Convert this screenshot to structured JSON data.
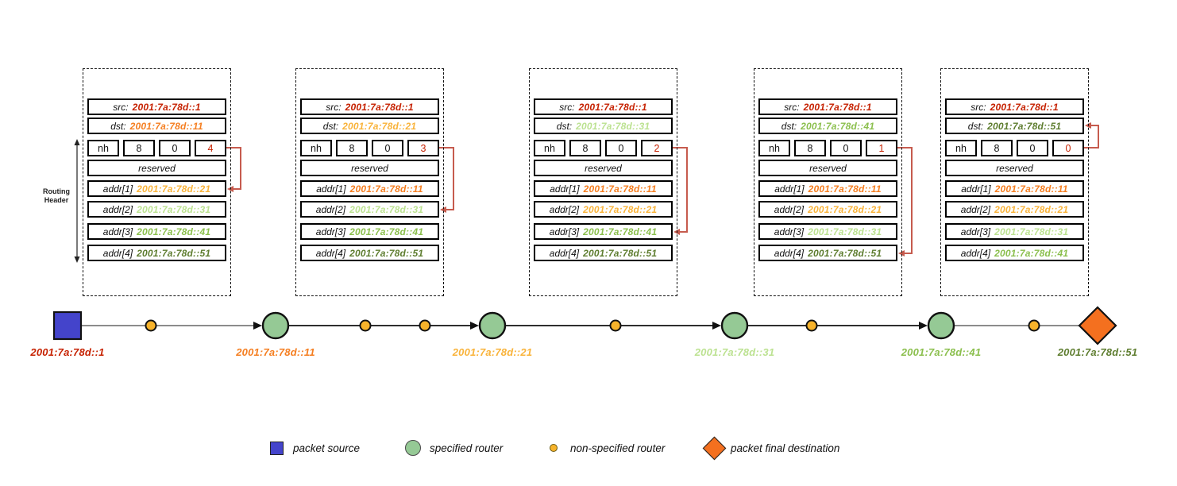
{
  "colors": {
    "red": "#c62100",
    "orange": "#f57e20",
    "amber": "#f9b33a",
    "light_green": "#bce291",
    "green": "#8bbf4d",
    "olive": "#5e7d2f",
    "source_blue": "#4444cb",
    "router_green": "#95c995",
    "hop_yellow": "#f7b32b",
    "destination_orange": "#f4701f",
    "pointer_red": "#c65b4e",
    "path_gray": "#8c8c8c"
  },
  "routing_header_label": {
    "line1": "Routing",
    "line2": "Header"
  },
  "tables": [
    {
      "src": {
        "label": "src:",
        "value": "2001:7a:78d::1",
        "color": "#c62100"
      },
      "dst": {
        "label": "dst:",
        "value": "2001:7a:78d::11",
        "color": "#f57e20"
      },
      "next_header": "nh",
      "hdr_ext_len": "8",
      "routing_type": "0",
      "segments_left": "4",
      "segments_left_color": "#c62100",
      "reserved": "reserved",
      "addrs": [
        {
          "label": "addr[1]",
          "value": "2001:7a:78d::21",
          "color": "#f9b33a"
        },
        {
          "label": "addr[2]",
          "value": "2001:7a:78d::31",
          "color": "#bce291"
        },
        {
          "label": "addr[3]",
          "value": "2001:7a:78d::41",
          "color": "#8bbf4d"
        },
        {
          "label": "addr[4]",
          "value": "2001:7a:78d::51",
          "color": "#5e7d2f"
        }
      ],
      "pointer_points_to": "addr[1]"
    },
    {
      "src": {
        "label": "src:",
        "value": "2001:7a:78d::1",
        "color": "#c62100"
      },
      "dst": {
        "label": "dst:",
        "value": "2001:7a:78d::21",
        "color": "#f9b33a"
      },
      "next_header": "nh",
      "hdr_ext_len": "8",
      "routing_type": "0",
      "segments_left": "3",
      "segments_left_color": "#c62100",
      "reserved": "reserved",
      "addrs": [
        {
          "label": "addr[1]",
          "value": "2001:7a:78d::11",
          "color": "#f57e20"
        },
        {
          "label": "addr[2]",
          "value": "2001:7a:78d::31",
          "color": "#bce291"
        },
        {
          "label": "addr[3]",
          "value": "2001:7a:78d::41",
          "color": "#8bbf4d"
        },
        {
          "label": "addr[4]",
          "value": "2001:7a:78d::51",
          "color": "#5e7d2f"
        }
      ],
      "pointer_points_to": "addr[2]"
    },
    {
      "src": {
        "label": "src:",
        "value": "2001:7a:78d::1",
        "color": "#c62100"
      },
      "dst": {
        "label": "dst:",
        "value": "2001:7a:78d::31",
        "color": "#bce291"
      },
      "next_header": "nh",
      "hdr_ext_len": "8",
      "routing_type": "0",
      "segments_left": "2",
      "segments_left_color": "#c62100",
      "reserved": "reserved",
      "addrs": [
        {
          "label": "addr[1]",
          "value": "2001:7a:78d::11",
          "color": "#f57e20"
        },
        {
          "label": "addr[2]",
          "value": "2001:7a:78d::21",
          "color": "#f9b33a"
        },
        {
          "label": "addr[3]",
          "value": "2001:7a:78d::41",
          "color": "#8bbf4d"
        },
        {
          "label": "addr[4]",
          "value": "2001:7a:78d::51",
          "color": "#5e7d2f"
        }
      ],
      "pointer_points_to": "addr[3]"
    },
    {
      "src": {
        "label": "src:",
        "value": "2001:7a:78d::1",
        "color": "#c62100"
      },
      "dst": {
        "label": "dst:",
        "value": "2001:7a:78d::41",
        "color": "#8bbf4d"
      },
      "next_header": "nh",
      "hdr_ext_len": "8",
      "routing_type": "0",
      "segments_left": "1",
      "segments_left_color": "#c62100",
      "reserved": "reserved",
      "addrs": [
        {
          "label": "addr[1]",
          "value": "2001:7a:78d::11",
          "color": "#f57e20"
        },
        {
          "label": "addr[2]",
          "value": "2001:7a:78d::21",
          "color": "#f9b33a"
        },
        {
          "label": "addr[3]",
          "value": "2001:7a:78d::31",
          "color": "#bce291"
        },
        {
          "label": "addr[4]",
          "value": "2001:7a:78d::51",
          "color": "#5e7d2f"
        }
      ],
      "pointer_points_to": "addr[4]"
    },
    {
      "src": {
        "label": "src:",
        "value": "2001:7a:78d::1",
        "color": "#c62100"
      },
      "dst": {
        "label": "dst:",
        "value": "2001:7a:78d::51",
        "color": "#5e7d2f"
      },
      "next_header": "nh",
      "hdr_ext_len": "8",
      "routing_type": "0",
      "segments_left": "0",
      "segments_left_color": "#c62100",
      "reserved": "reserved",
      "addrs": [
        {
          "label": "addr[1]",
          "value": "2001:7a:78d::11",
          "color": "#f57e20"
        },
        {
          "label": "addr[2]",
          "value": "2001:7a:78d::21",
          "color": "#f9b33a"
        },
        {
          "label": "addr[3]",
          "value": "2001:7a:78d::31",
          "color": "#bce291"
        },
        {
          "label": "addr[4]",
          "value": "2001:7a:78d::41",
          "color": "#8bbf4d"
        }
      ],
      "pointer_points_to": "dst"
    }
  ],
  "path": {
    "nodes": [
      {
        "kind": "packet-source",
        "shape": "square",
        "address": "2001:7a:78d::1",
        "color": "#c62100"
      },
      {
        "kind": "non-specified-router",
        "shape": "dot"
      },
      {
        "kind": "specified-router",
        "shape": "circle",
        "address": "2001:7a:78d::11",
        "color": "#f57e20"
      },
      {
        "kind": "non-specified-router",
        "shape": "dot"
      },
      {
        "kind": "non-specified-router",
        "shape": "dot"
      },
      {
        "kind": "specified-router",
        "shape": "circle",
        "address": "2001:7a:78d::21",
        "color": "#f9b33a"
      },
      {
        "kind": "non-specified-router",
        "shape": "dot"
      },
      {
        "kind": "specified-router",
        "shape": "circle",
        "address": "2001:7a:78d::31",
        "color": "#bce291"
      },
      {
        "kind": "non-specified-router",
        "shape": "dot"
      },
      {
        "kind": "specified-router",
        "shape": "circle",
        "address": "2001:7a:78d::41",
        "color": "#8bbf4d"
      },
      {
        "kind": "non-specified-router",
        "shape": "dot"
      },
      {
        "kind": "packet-final-destination",
        "shape": "diamond",
        "address": "2001:7a:78d::51",
        "color": "#5e7d2f"
      }
    ]
  },
  "legend": {
    "items": [
      {
        "icon": "square",
        "label": "packet source"
      },
      {
        "icon": "circle",
        "label": "specified router"
      },
      {
        "icon": "dot",
        "label": "non-specified router"
      },
      {
        "icon": "diamond",
        "label": "packet final destination"
      }
    ]
  }
}
